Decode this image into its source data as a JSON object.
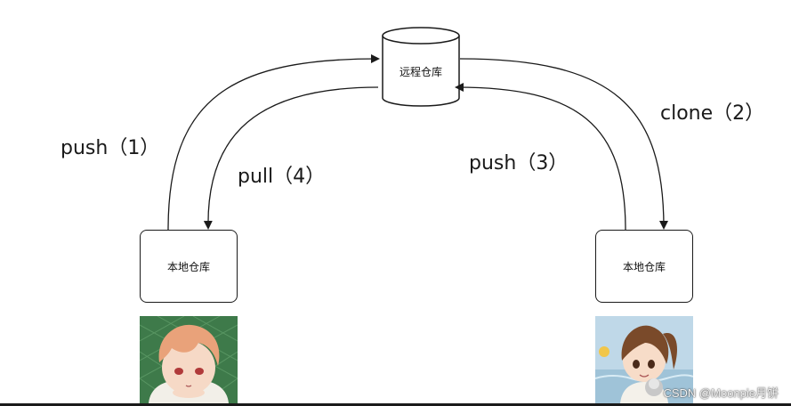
{
  "remote_repo": {
    "label": "远程仓库"
  },
  "local_repo_left": {
    "label": "本地仓库"
  },
  "local_repo_right": {
    "label": "本地仓库"
  },
  "edges": {
    "push_1": "push（1）",
    "pull_4": "pull（4）",
    "push_3": "push（3）",
    "clone_2": "clone（2）"
  },
  "watermark": "CSDN @Moonpie月饼",
  "colors": {
    "stroke": "#1a1a1a",
    "avatar_left_hair": "#e9a27a",
    "avatar_left_bg": "#3e7a4a",
    "avatar_right_hair": "#7a4a2a",
    "avatar_right_bg": "#bfd8e8"
  }
}
